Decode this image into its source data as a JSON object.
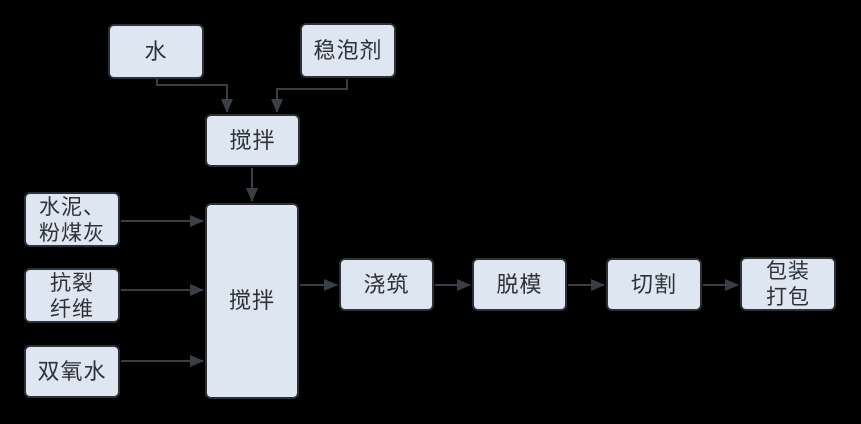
{
  "diagram": {
    "title": "foamed-concrete-production-flowchart",
    "colors": {
      "background": "#000000",
      "node_fill": "#dde6f1",
      "node_border": "#2b3137",
      "arrow": "#3a3f45",
      "text": "#2e3237"
    },
    "nodes": {
      "water": {
        "label": "水"
      },
      "stabilizer": {
        "label": "稳泡剂"
      },
      "premix": {
        "label": "搅拌"
      },
      "cement": {
        "label": "水泥、\n粉煤灰"
      },
      "fiber": {
        "label": "抗裂\n纤维"
      },
      "peroxide": {
        "label": "双氧水"
      },
      "mainmix": {
        "label": "搅拌"
      },
      "pouring": {
        "label": "浇筑"
      },
      "demolding": {
        "label": "脱模"
      },
      "cutting": {
        "label": "切割"
      },
      "packing": {
        "label": "包装\n打包"
      }
    },
    "edges": [
      {
        "from": "water",
        "to": "premix"
      },
      {
        "from": "stabilizer",
        "to": "premix"
      },
      {
        "from": "premix",
        "to": "mainmix"
      },
      {
        "from": "cement",
        "to": "mainmix"
      },
      {
        "from": "fiber",
        "to": "mainmix"
      },
      {
        "from": "peroxide",
        "to": "mainmix"
      },
      {
        "from": "mainmix",
        "to": "pouring"
      },
      {
        "from": "pouring",
        "to": "demolding"
      },
      {
        "from": "demolding",
        "to": "cutting"
      },
      {
        "from": "cutting",
        "to": "packing"
      }
    ]
  }
}
